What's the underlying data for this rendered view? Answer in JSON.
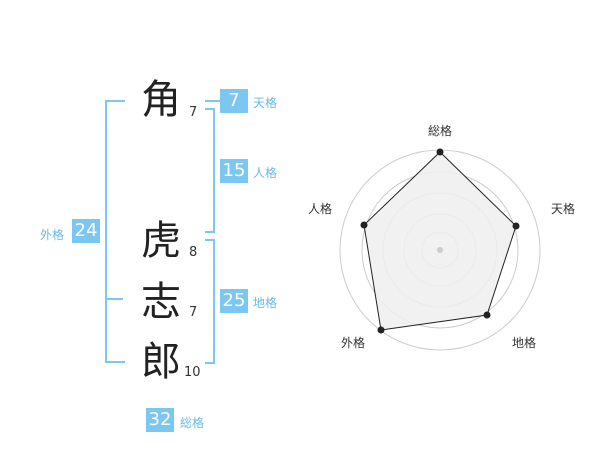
{
  "name": {
    "chars": [
      {
        "char": "角",
        "strokes": "7"
      },
      {
        "char": "虎",
        "strokes": "8"
      },
      {
        "char": "志",
        "strokes": "7"
      },
      {
        "char": "郎",
        "strokes": "10"
      }
    ]
  },
  "fortunes": {
    "tenkaku": {
      "value": "7",
      "label": "天格"
    },
    "jinkaku": {
      "value": "15",
      "label": "人格"
    },
    "chikaku": {
      "value": "25",
      "label": "地格"
    },
    "gaikaku": {
      "value": "24",
      "label": "外格"
    },
    "soukaku": {
      "value": "32",
      "label": "総格"
    }
  },
  "radar": {
    "labels": {
      "top": "総格",
      "right": "天格",
      "bottom_right": "地格",
      "bottom_left": "外格",
      "left": "人格"
    },
    "colors": {
      "accent": "#7cc6f2",
      "fill": "#eeeeee",
      "ring": "#cccccc"
    }
  }
}
